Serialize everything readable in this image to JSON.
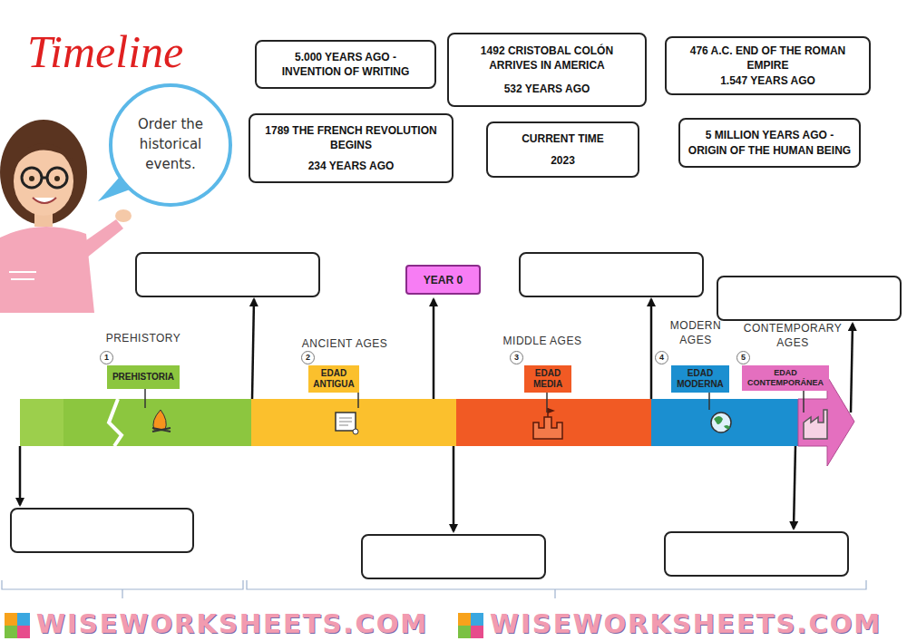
{
  "diagram": {
    "title": "Timeline",
    "nodes": [
      {
        "text": [
          "Order the historical events."
        ]
      },
      {
        "text": [
          "5.000 YEARS AGO - INVENTION OF WRITING"
        ]
      },
      {
        "text": [
          "1492 CRISTOBAL COLÓN ARRIVES IN AMERICA",
          "532 YEARS AGO"
        ]
      },
      {
        "text": [
          "476 A.C. END OF THE ROMAN EMPIRE",
          "1.547 YEARS AGO"
        ]
      },
      {
        "text": [
          "1789 THE FRENCH REVOLUTION BEGINS",
          "234 YEARS AGO"
        ]
      },
      {
        "text": [
          "CURRENT TIME",
          "2023"
        ]
      },
      {
        "text": [
          "5 MILLION YEARS AGO -ORIGIN OF THE HUMAN BEING"
        ]
      },
      {
        "text": [
          "YEAR 0"
        ]
      },
      {
        "text": [
          "PREHISTORIA"
        ]
      },
      {
        "text": [
          "EDAD ANTIGUA"
        ]
      },
      {
        "text": [
          "EDAD MEDIA"
        ]
      },
      {
        "text": [
          "EDAD MODERNA"
        ]
      },
      {
        "text": [
          "EDAD CONTEMPORÁNEA"
        ]
      }
    ],
    "labels": [
      "PREHISTORY",
      "1",
      "ANCIENT AGES",
      "2",
      "MIDDLE AGES",
      "3",
      "MODERN AGES",
      "4",
      "CONTEMPORARY AGES",
      "5",
      "WISEWORKSHEETS.COM",
      "WISEWORKSHEETS.COM"
    ]
  }
}
